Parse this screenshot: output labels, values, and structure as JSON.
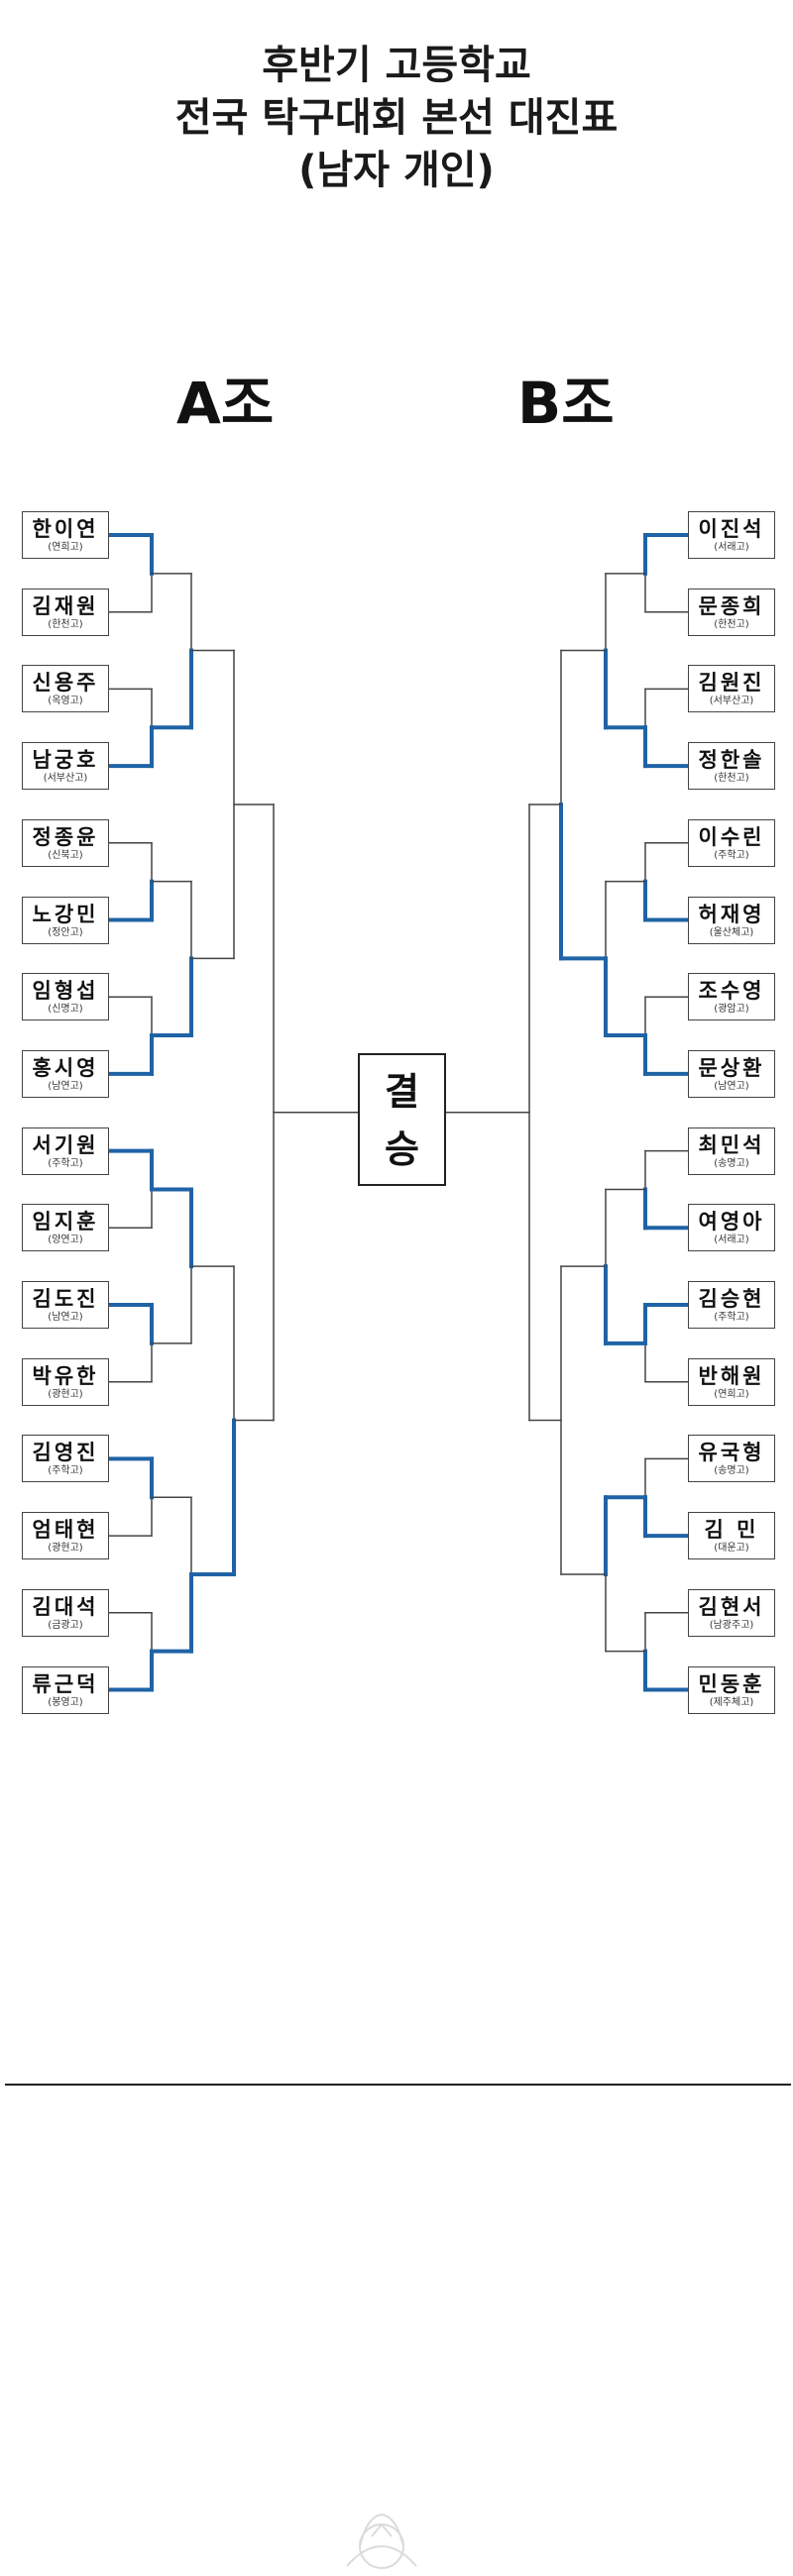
{
  "title_lines": [
    "후반기 고등학교",
    "전국 탁구대회 본선 대진표",
    "(남자 개인)"
  ],
  "groups": {
    "a": {
      "label": "A조",
      "players": [
        {
          "name": "한이연",
          "school": "(연희고)"
        },
        {
          "name": "김재원",
          "school": "(한천고)"
        },
        {
          "name": "신용주",
          "school": "(옥영고)"
        },
        {
          "name": "남궁호",
          "school": "(서부산고)"
        },
        {
          "name": "정종윤",
          "school": "(신북고)"
        },
        {
          "name": "노강민",
          "school": "(정안고)"
        },
        {
          "name": "임형섭",
          "school": "(신명고)"
        },
        {
          "name": "홍시영",
          "school": "(남연고)"
        },
        {
          "name": "서기원",
          "school": "(주학고)"
        },
        {
          "name": "임지훈",
          "school": "(양연고)"
        },
        {
          "name": "김도진",
          "school": "(남연고)"
        },
        {
          "name": "박유한",
          "school": "(광현고)"
        },
        {
          "name": "김영진",
          "school": "(주학고)"
        },
        {
          "name": "엄태현",
          "school": "(광현고)"
        },
        {
          "name": "김대석",
          "school": "(금광고)"
        },
        {
          "name": "류근덕",
          "school": "(봉영고)"
        }
      ]
    },
    "b": {
      "label": "B조",
      "players": [
        {
          "name": "이진석",
          "school": "(서래고)"
        },
        {
          "name": "문종희",
          "school": "(한천고)"
        },
        {
          "name": "김원진",
          "school": "(서부산고)"
        },
        {
          "name": "정한솔",
          "school": "(한천고)"
        },
        {
          "name": "이수린",
          "school": "(주학고)"
        },
        {
          "name": "허재영",
          "school": "(울산체고)"
        },
        {
          "name": "조수영",
          "school": "(광암고)"
        },
        {
          "name": "문상환",
          "school": "(남연고)"
        },
        {
          "name": "최민석",
          "school": "(송명고)"
        },
        {
          "name": "여영아",
          "school": "(서래고)"
        },
        {
          "name": "김승현",
          "school": "(주학고)"
        },
        {
          "name": "반해원",
          "school": "(연희고)"
        },
        {
          "name": "유국형",
          "school": "(송명고)"
        },
        {
          "name": "김 민",
          "school": "(대운고)"
        },
        {
          "name": "김현서",
          "school": "(남광주고)"
        },
        {
          "name": "민동훈",
          "school": "(제주체고)"
        }
      ]
    }
  },
  "final_label": "결승",
  "advancement": {
    "a": {
      "r1": [
        0,
        1,
        1,
        1,
        0,
        0,
        0,
        1
      ],
      "r2": [
        1,
        1,
        0,
        1
      ],
      "r3": [
        null,
        1
      ]
    },
    "b": {
      "r1": [
        0,
        1,
        1,
        1,
        1,
        0,
        1,
        1
      ],
      "r2": [
        1,
        1,
        1,
        0
      ],
      "r3": [
        1,
        null
      ]
    }
  },
  "colors": {
    "line": "#444444",
    "advance": "#1f63a6"
  }
}
